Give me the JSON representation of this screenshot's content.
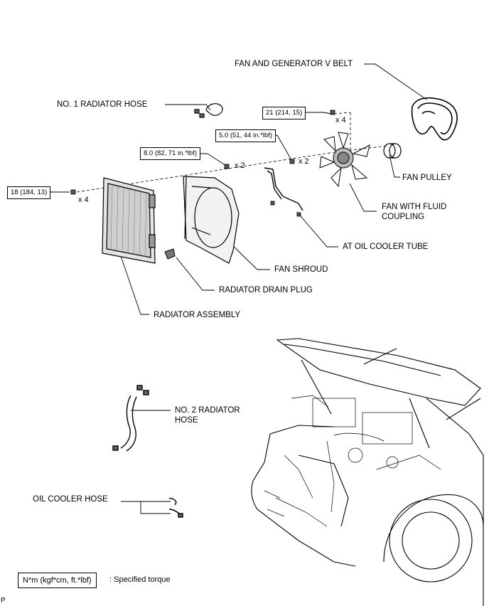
{
  "labels": {
    "fan_gen_belt": "FAN AND GENERATOR V BELT",
    "radiator_hose_1": "NO. 1 RADIATOR HOSE",
    "fan_pulley": "FAN PULLEY",
    "fan_fluid_coupling_1": "FAN WITH FLUID",
    "fan_fluid_coupling_2": "COUPLING",
    "at_oil_cooler_tube": "AT OIL COOLER TUBE",
    "fan_shroud": "FAN SHROUD",
    "radiator_drain_plug": "RADIATOR DRAIN PLUG",
    "radiator_assembly": "RADIATOR ASSEMBLY",
    "radiator_hose_2_line1": "NO. 2 RADIATOR",
    "radiator_hose_2_line2": "HOSE",
    "oil_cooler_hose": "OIL COOLER HOSE"
  },
  "torques": {
    "t21": "21 (214, 15)",
    "t5": "5.0 (51, 44 in.*lbf)",
    "t8": "8.0 (82, 71 in.*lbf)",
    "t18": "18 (184, 13)"
  },
  "quantities": {
    "q_top": "x 4",
    "q_tube": "x 2",
    "q_shroud": "x 2",
    "q_radiator": "x 4"
  },
  "legend": {
    "box": "N*m (kgf*cm, ft.*lbf)",
    "text": ": Specified torque"
  },
  "corner_mark": "P"
}
